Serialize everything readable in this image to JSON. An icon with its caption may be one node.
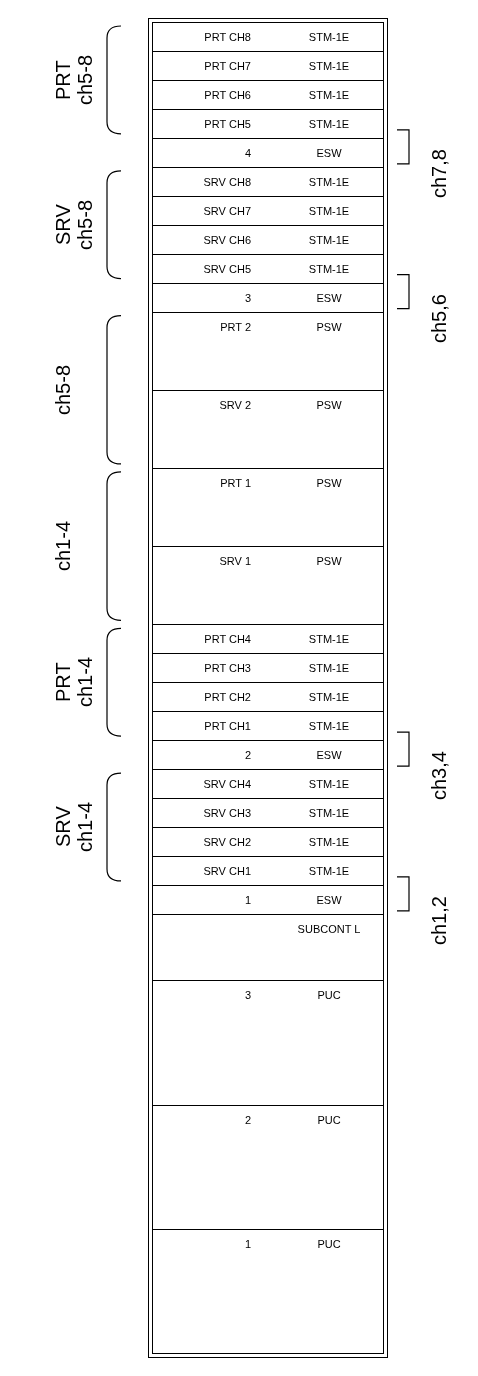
{
  "diagram": {
    "nodes": [
      {
        "text": [],
        "shape": "box"
      },
      {
        "text": [
          "PRT CH8",
          "STM-1E"
        ],
        "in": 0
      },
      {
        "text": [
          "PRT CH7",
          "STM-1E"
        ],
        "in": 0
      },
      {
        "text": [
          "PRT CH6",
          "STM-1E"
        ],
        "in": 0
      },
      {
        "text": [
          "PRT CH5",
          "STM-1E"
        ],
        "in": 0
      },
      {
        "text": [
          "4",
          "ESW"
        ],
        "in": 0
      },
      {
        "text": [
          "SRV CH8",
          "STM-1E"
        ],
        "in": 0
      },
      {
        "text": [
          "SRV CH7",
          "STM-1E"
        ],
        "in": 0
      },
      {
        "text": [
          "SRV CH6",
          "STM-1E"
        ],
        "in": 0
      },
      {
        "text": [
          "SRV CH5",
          "STM-1E"
        ],
        "in": 0
      },
      {
        "text": [
          "3",
          "ESW"
        ],
        "in": 0
      },
      {
        "text": [
          "PRT 2",
          "PSW"
        ],
        "in": 0
      },
      {
        "text": [
          "SRV 2",
          "PSW"
        ],
        "in": 0
      },
      {
        "text": [
          "PRT 1",
          "PSW"
        ],
        "in": 0
      },
      {
        "text": [
          "SRV 1",
          "PSW"
        ],
        "in": 0
      },
      {
        "text": [
          "PRT CH4",
          "STM-1E"
        ],
        "in": 0
      },
      {
        "text": [
          "PRT CH3",
          "STM-1E"
        ],
        "in": 0
      },
      {
        "text": [
          "PRT CH2",
          "STM-1E"
        ],
        "in": 0
      },
      {
        "text": [
          "PRT CH1",
          "STM-1E"
        ],
        "in": 0
      },
      {
        "text": [
          "2",
          "ESW"
        ],
        "in": 0
      },
      {
        "text": [
          "SRV CH4",
          "STM-1E"
        ],
        "in": 0
      },
      {
        "text": [
          "SRV CH3",
          "STM-1E"
        ],
        "in": 0
      },
      {
        "text": [
          "SRV CH2",
          "STM-1E"
        ],
        "in": 0
      },
      {
        "text": [
          "SRV CH1",
          "STM-1E"
        ],
        "in": 0
      },
      {
        "text": [
          "1",
          "ESW"
        ],
        "in": 0
      },
      {
        "text": [
          "SUBCONT L"
        ],
        "in": 0
      },
      {
        "text": [
          "3",
          "PUC"
        ],
        "in": 0
      },
      {
        "text": [
          "2",
          "PUC"
        ],
        "in": 0
      },
      {
        "text": [
          "1",
          "PUC"
        ],
        "in": 0
      }
    ],
    "labels": [
      "PRT ch5-8",
      "ch7,8",
      "SRV ch5-8",
      "ch5,6",
      "ch5-8",
      "ch1-4",
      "PRT ch1-4",
      "ch3,4",
      "SRV ch1-4",
      "ch1,2"
    ]
  }
}
